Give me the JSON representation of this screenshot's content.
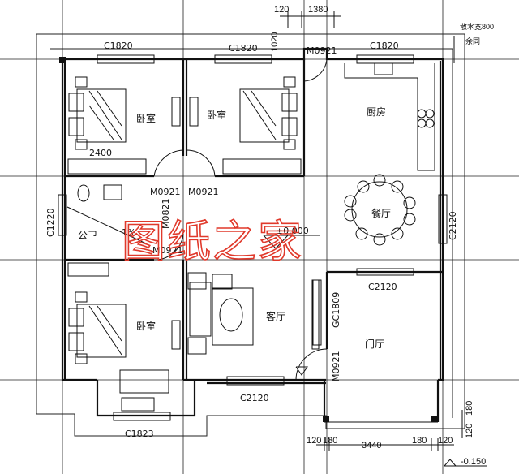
{
  "watermark": "图纸之家",
  "rooms": {
    "bedroom_1": "卧室",
    "bedroom_2": "卧室",
    "bedroom_3": "卧室",
    "kitchen": "厨房",
    "dining": "餐厅",
    "bathroom": "公卫",
    "living": "客厅",
    "foyer": "门厅"
  },
  "labels": {
    "window_c1820_a": "C1820",
    "window_c1820_b": "C1820",
    "window_c1820_c": "C1820",
    "door_m0921_top": "M0921",
    "dim_120_top": "120",
    "dim_1380_top": "1380",
    "dim_1020": "1020",
    "note_top_right_1": "散水宽800",
    "note_top_right_2": "余同",
    "dim_2400": "2400",
    "door_m0921_a": "M0921",
    "door_m0921_b": "M0921",
    "door_m0821": "M0821",
    "door_m0921_c": "M0921",
    "window_c1220": "C1220",
    "slope": "1%",
    "elevation_main": "±0.000",
    "window_c2120_right": "C2120",
    "window_c2120_mid": "C2120",
    "window_gc1809": "GC1809",
    "door_m0921_d": "M0921",
    "window_c2120_bottom": "C2120",
    "window_c1823": "C1823",
    "dim_120_b1": "120",
    "dim_180_b": "180",
    "dim_3440": "3440",
    "dim_180_b2": "180",
    "dim_120_b2": "120",
    "dim_180_r": "180",
    "dim_120_r": "120",
    "elevation_entry": "-0.150"
  }
}
